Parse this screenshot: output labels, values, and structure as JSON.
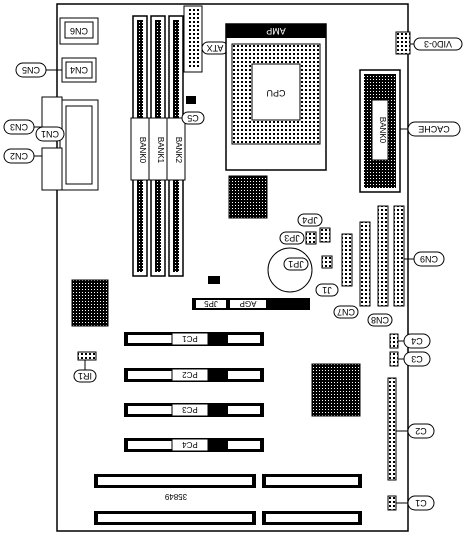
{
  "labels": {
    "cn6": "CN6",
    "cn5": "CN5",
    "cn4": "CN4",
    "cn3": "CN3",
    "cn2": "CN2",
    "cn1": "CN1",
    "cn9": "CN9",
    "cn8": "CN8",
    "cn7": "CN7",
    "atx": "ATX",
    "amp": "AMP",
    "cpu": "CPU",
    "cache": "CACHE",
    "vid": "VID0-3",
    "c5": "C5",
    "c4": "C4",
    "c3": "C3",
    "c2": "C2",
    "c1": "C1",
    "jp1": "JP1",
    "jp3": "JP3",
    "jp4": "JP4",
    "jp5": "JP5",
    "j1": "J1",
    "ir1": "IR1",
    "agp": "AGP",
    "pc1": "PC1",
    "pc2": "PC2",
    "pc3": "PC3",
    "pc4": "PC4",
    "code": "35849",
    "bank0": "BANK0",
    "bank1": "BANK1",
    "bank2": "BANK2",
    "bank_cache": "BANK0"
  },
  "colors": {
    "ink": "#000000",
    "paper": "#ffffff"
  }
}
